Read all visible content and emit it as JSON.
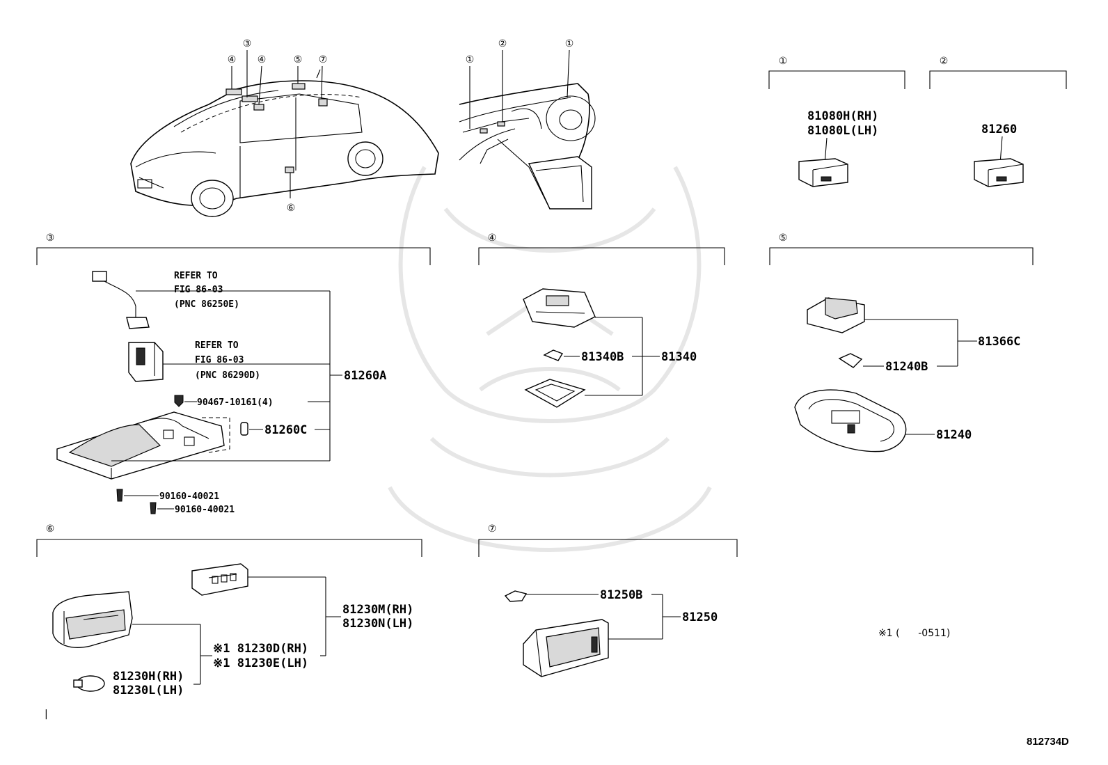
{
  "diagram": {
    "figure_code": "812734D",
    "note": "※1 (      -0511)",
    "tick_mark": "|"
  },
  "overview": {
    "car_markers": [
      "④",
      "③",
      "④",
      "⑤",
      "⑦",
      "⑥"
    ],
    "dash_markers": [
      "①",
      "②",
      "①"
    ]
  },
  "sections": {
    "s1": {
      "marker": "①",
      "labels": [
        "81080H(RH)",
        "81080L(LH)"
      ]
    },
    "s2": {
      "marker": "②",
      "labels": [
        "81260"
      ]
    },
    "s3": {
      "marker": "③",
      "refer1": [
        "REFER TO",
        "FIG 86-03",
        "(PNC 86250E)"
      ],
      "refer2": [
        "REFER TO",
        "FIG 86-03",
        "(PNC 86290D)"
      ],
      "labels": {
        "bolt_top": "90467-10161(4)",
        "bulb": "81260C",
        "assembly": "81260A",
        "screw1": "90160-40021",
        "screw2": "90160-40021"
      }
    },
    "s4": {
      "marker": "④",
      "labels": {
        "bulb": "81340B",
        "assembly": "81340"
      }
    },
    "s5": {
      "marker": "⑤",
      "labels": {
        "socket": "81366C",
        "bulb": "81240B",
        "lens": "81240"
      }
    },
    "s6": {
      "marker": "⑥",
      "labels": {
        "holder_rh": "81230M(RH)",
        "holder_lh": "81230N(LH)",
        "lamp_rh": "※1 81230D(RH)",
        "lamp_lh": "※1 81230E(LH)",
        "bulb_rh": "81230H(RH)",
        "bulb_lh": "81230L(LH)"
      }
    },
    "s7": {
      "marker": "⑦",
      "labels": {
        "bulb": "81250B",
        "assembly": "81250"
      }
    }
  }
}
